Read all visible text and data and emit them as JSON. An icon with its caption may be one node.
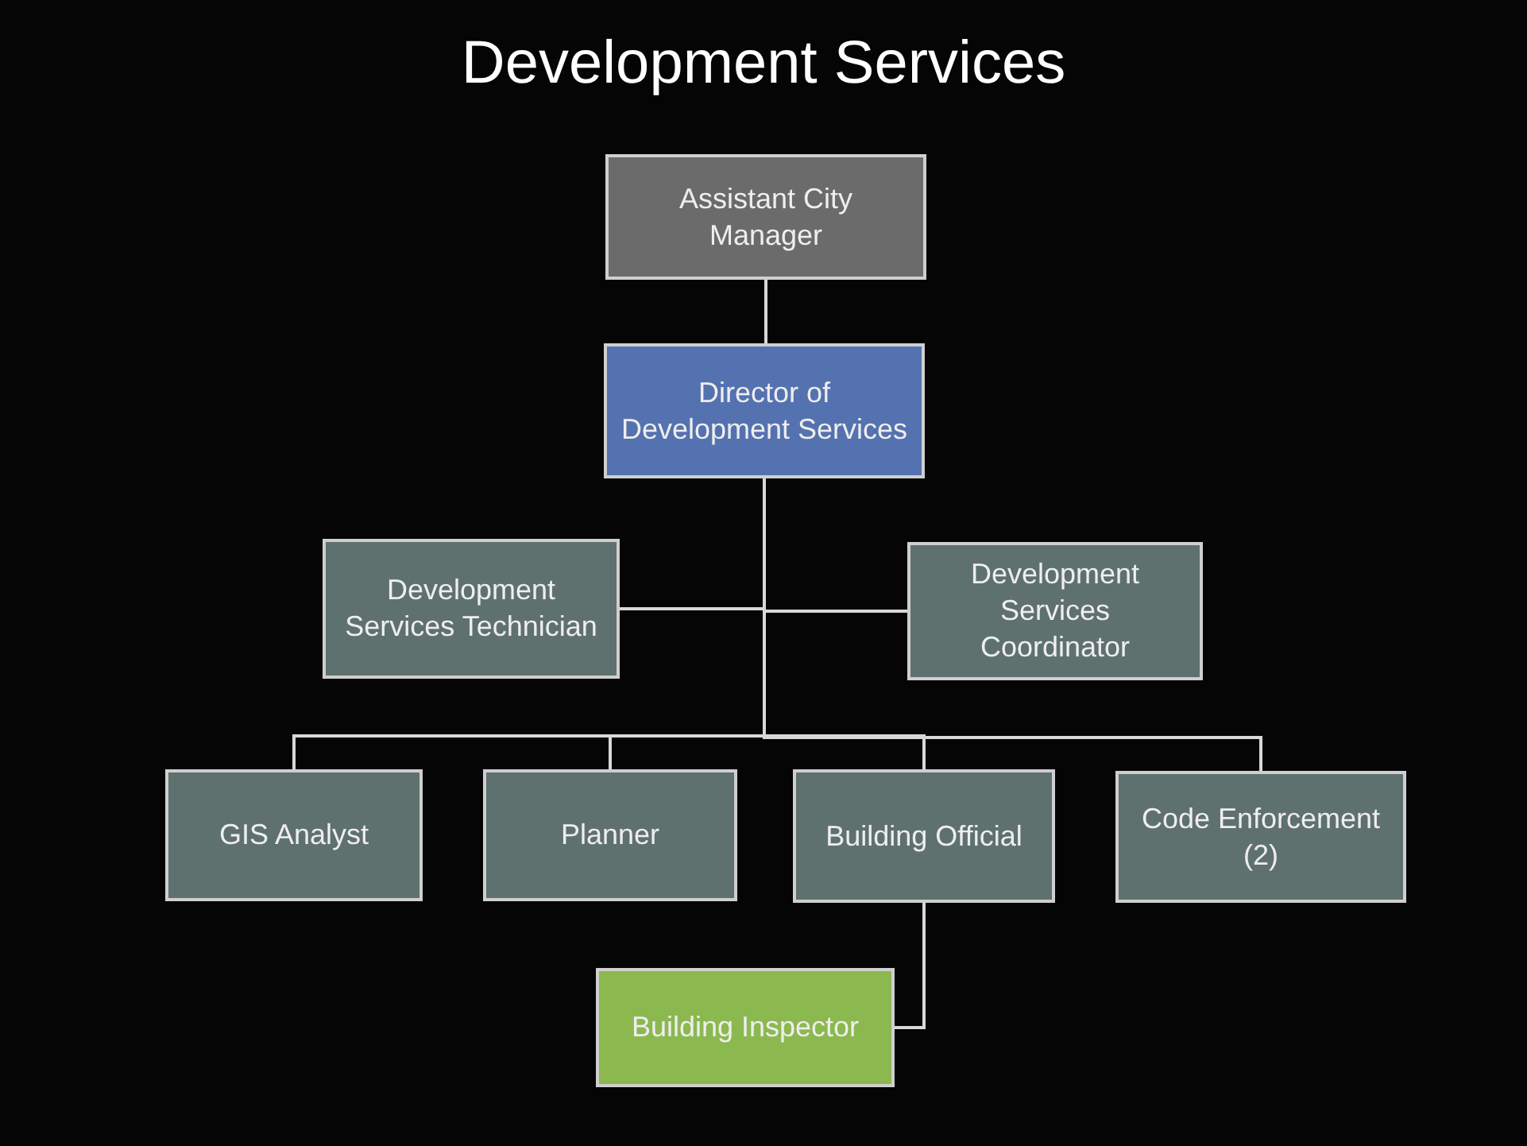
{
  "diagram": {
    "title": "Development Services",
    "nodes": [
      {
        "text": [
          "Assistant City Manager"
        ]
      },
      {
        "text": [
          "Director of Development Services"
        ]
      },
      {
        "text": [
          "Development Services Technician"
        ]
      },
      {
        "text": [
          "Development Services Coordinator"
        ]
      },
      {
        "text": [
          "GIS Analyst"
        ]
      },
      {
        "text": [
          "Planner"
        ]
      },
      {
        "text": [
          "Building Official"
        ]
      },
      {
        "text": [
          "Code Enforcement (2)"
        ]
      },
      {
        "text": [
          "Building Inspector"
        ]
      }
    ],
    "edges": [
      {
        "from": 0,
        "to": 1,
        "arrow": "none"
      },
      {
        "from": 1,
        "to": 2,
        "arrow": "none"
      },
      {
        "from": 1,
        "to": 3,
        "arrow": "none"
      },
      {
        "from": 1,
        "to": 4,
        "arrow": "none"
      },
      {
        "from": 1,
        "to": 5,
        "arrow": "none"
      },
      {
        "from": 1,
        "to": 6,
        "arrow": "none"
      },
      {
        "from": 1,
        "to": 7,
        "arrow": "none"
      },
      {
        "from": 6,
        "to": 8,
        "arrow": "none"
      }
    ]
  }
}
